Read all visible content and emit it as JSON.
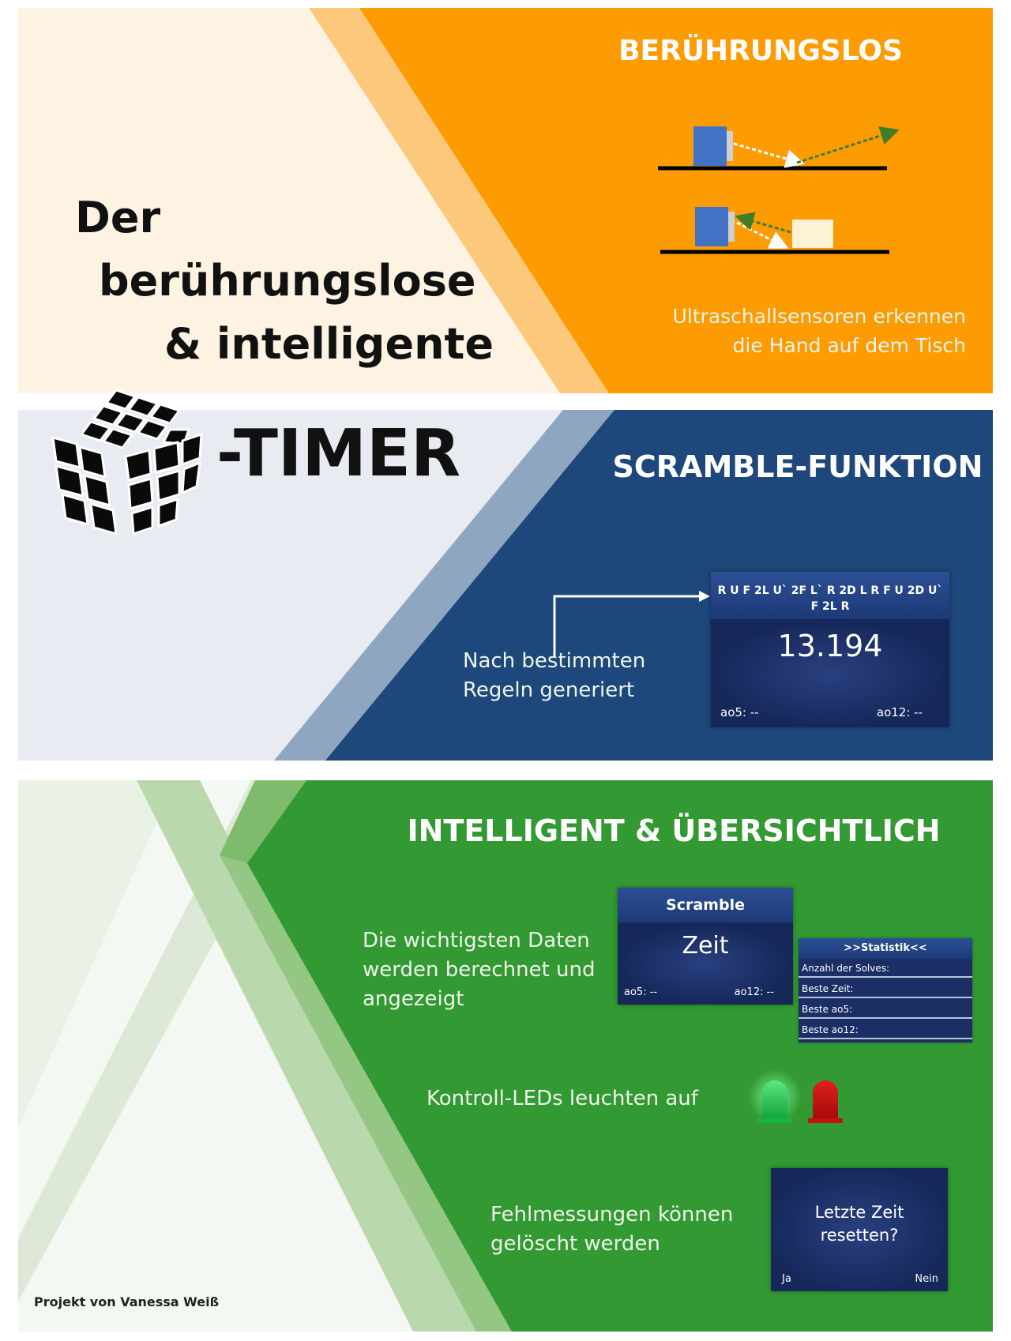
{
  "title": {
    "line1": "Der",
    "line2": "berührungslose",
    "line3": "& intelligente",
    "timer": "-TIMER"
  },
  "section1": {
    "heading": "BERÜHRUNGSLOS",
    "caption_line1": "Ultraschallsensoren erkennen",
    "caption_line2": "die Hand auf dem Tisch"
  },
  "section2": {
    "heading": "SCRAMBLE-FUNKTION",
    "caption_line1": "Nach bestimmten",
    "caption_line2": "Regeln generiert",
    "display": {
      "scramble_line1": "R U F 2L U`  2F L` R 2D L R F U 2D U`",
      "scramble_line2": "F 2L R",
      "time": "13.194",
      "ao5": "ao5: --",
      "ao12": "ao12: --"
    }
  },
  "section3": {
    "heading": "INTELLIGENT & ÜBERSICHTLICH",
    "data_text_line1": "Die wichtigsten Daten",
    "data_text_line2": "werden berechnet und",
    "data_text_line3": "angezeigt",
    "led_text": "Kontroll-LEDs leuchten auf",
    "reset_text_line1": "Fehlmessungen können",
    "reset_text_line2": "gelöscht werden",
    "display": {
      "header": "Scramble",
      "time": "Zeit",
      "ao5": "ao5: --",
      "ao12": "ao12: --"
    },
    "stats": {
      "header": ">>Statistik<<",
      "rows": [
        "Anzahl der Solves:",
        "Beste Zeit:",
        "Beste ao5:",
        "Beste ao12:"
      ]
    },
    "reset_display": {
      "question_line1": "Letzte Zeit",
      "question_line2": "resetten?",
      "yes": "Ja",
      "no": "Nein"
    }
  },
  "footer": "Projekt von Vanessa Weiß",
  "colors": {
    "orange": "#fd9b03",
    "navy": "#1e477b",
    "green": "#339933",
    "led_green": "#1fbf4a",
    "led_red": "#cc1010"
  }
}
